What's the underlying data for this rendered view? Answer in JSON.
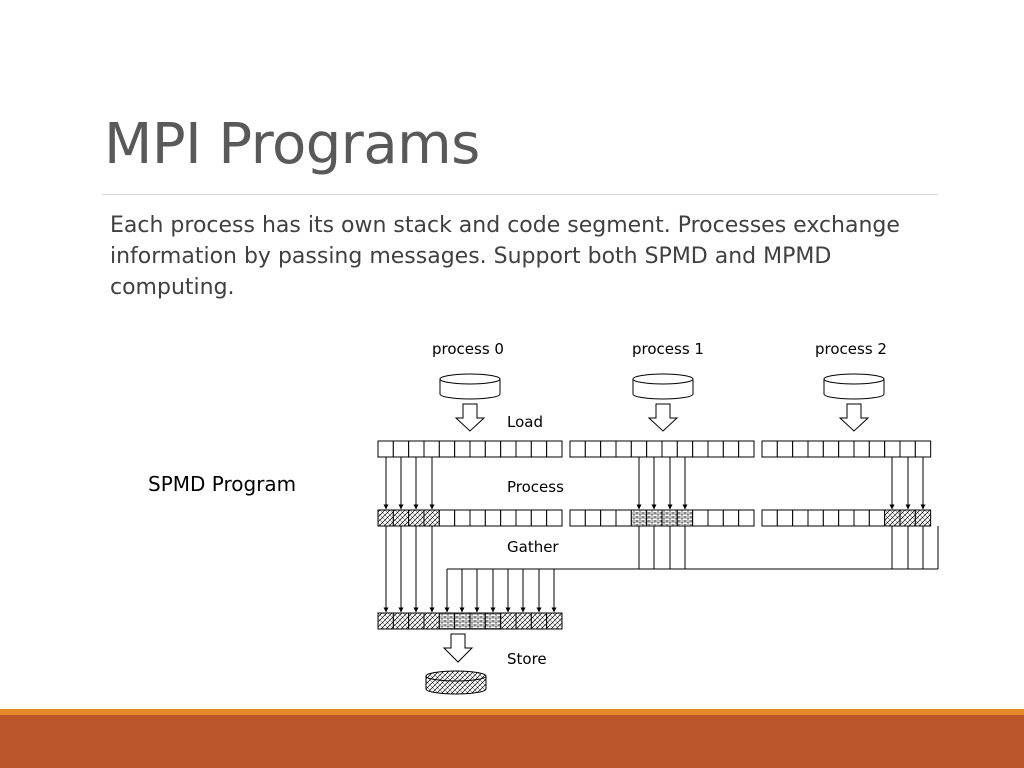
{
  "slide": {
    "title": "MPI Programs",
    "body": "Each process has its own stack and code segment. Processes exchange information by passing messages. Support both SPMD and MPMD computing.",
    "program_label": "SPMD Program"
  },
  "diagram": {
    "processes": [
      "process 0",
      "process 1",
      "process 2"
    ],
    "stages": {
      "load": "Load",
      "process": "Process",
      "gather": "Gather",
      "store": "Store"
    }
  },
  "colors": {
    "accent_line": "#e58a2a",
    "footer": "#b9562a",
    "title": "#595959",
    "text": "#404040"
  }
}
